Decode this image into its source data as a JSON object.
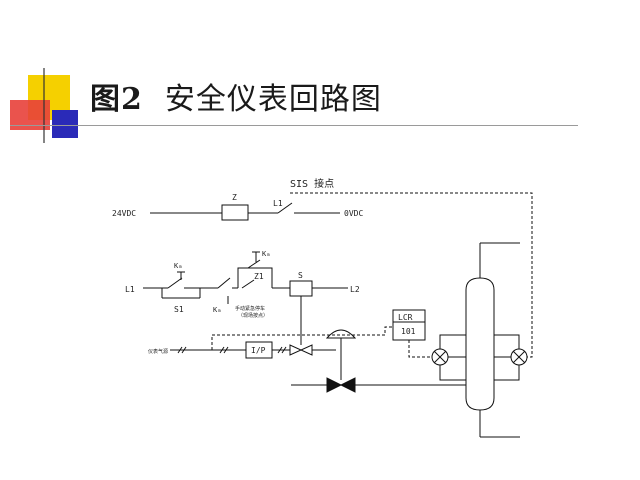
{
  "title": {
    "figure_number": "图2",
    "text": "安全仪表回路图"
  },
  "diagram": {
    "sis_contact_label": "SIS 接点",
    "supply_24vdc": "24VDC",
    "supply_0vdc": "0VDC",
    "relay_coil": "Z",
    "contact_l1_top": "L1",
    "line_l1": "L1",
    "line_l2": "L2",
    "switch_s1": "S1",
    "contact_z1": "Z1",
    "solenoid_s": "S",
    "bypass_key_top": "Kₘ",
    "bypass_key_mid": "Kₘ",
    "bypass_key_bottom": "Kₘ",
    "manual_note_line1": "手动紧急停车",
    "manual_note_line2": "（现场按点）",
    "air_supply": "仪表气源",
    "ip_converter": "I/P",
    "controller_tag": "LCR",
    "controller_number": "101"
  },
  "colors": {
    "logo_yellow": "#f5d000",
    "logo_red": "#e8403a",
    "logo_blue": "#2a2ab8",
    "line": "#111111"
  }
}
